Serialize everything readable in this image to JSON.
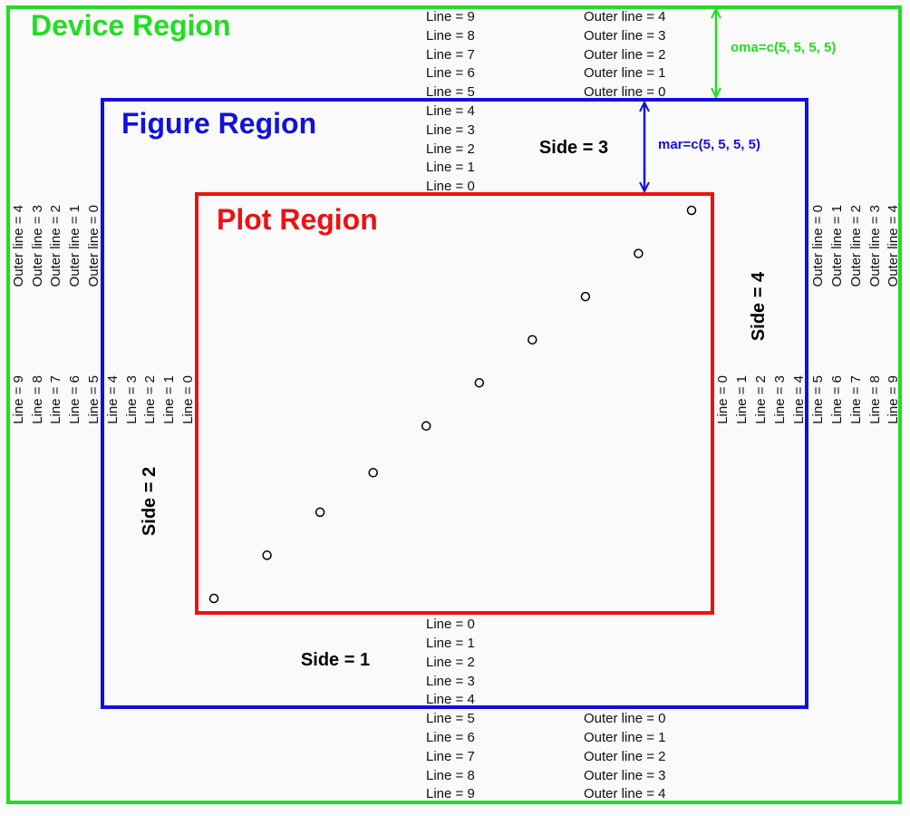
{
  "regions": {
    "device": {
      "title": "Device Region",
      "color": "#22dd22"
    },
    "figure": {
      "title": "Figure Region",
      "color": "#1111dd"
    },
    "plot": {
      "title": "Plot Region",
      "color": "#ee1111"
    }
  },
  "annotations": {
    "oma": "oma=c(5, 5, 5, 5)",
    "mar": "mar=c(5, 5, 5, 5)"
  },
  "sides": {
    "bottom": "Side = 1",
    "left": "Side = 2",
    "top": "Side = 3",
    "right": "Side = 4"
  },
  "margin_lines": [
    "Line = 0",
    "Line = 1",
    "Line = 2",
    "Line = 3",
    "Line = 4",
    "Line = 5",
    "Line = 6",
    "Line = 7",
    "Line = 8",
    "Line = 9"
  ],
  "outer_lines": [
    "Outer line = 0",
    "Outer line = 1",
    "Outer line = 2",
    "Outer line = 3",
    "Outer line = 4"
  ],
  "chart_data": {
    "type": "scatter",
    "x": [
      1,
      2,
      3,
      4,
      5,
      6,
      7,
      8,
      9,
      10
    ],
    "y": [
      1,
      2,
      3,
      4,
      5,
      6,
      7,
      8,
      9,
      10
    ],
    "xlim": [
      1,
      10
    ],
    "ylim": [
      1,
      10
    ],
    "marker": "open-circle"
  }
}
